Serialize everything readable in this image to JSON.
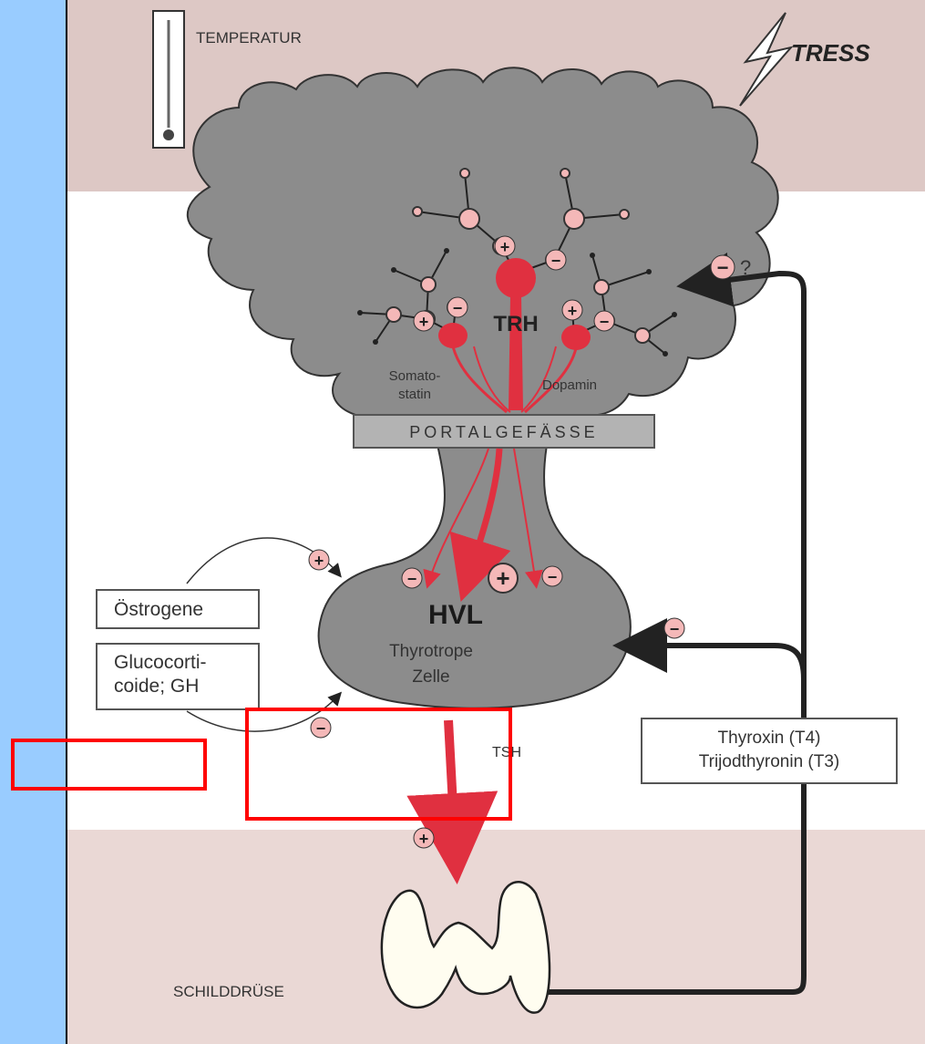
{
  "labels": {
    "temperatur": "TEMPERATUR",
    "stress": "TRESS",
    "trh": "TRH",
    "somatostatin_1": "Somato-",
    "somatostatin_2": "statin",
    "dopamin": "Dopamin",
    "portalgefaesse": "PORTALGEFÄSSE",
    "hvl": "HVL",
    "thyrotrope": "Thyrotrope",
    "zelle": "Zelle",
    "tsh": "TSH",
    "schilddruese": "SCHILDDRÜSE",
    "question": "?"
  },
  "boxes": {
    "oestrogene": "Östrogene",
    "gluco_1": "Glucocorti-",
    "gluco_2": "coide; GH",
    "thyroxin": "Thyroxin (T4)",
    "trijod": "Trijodthyronin (T3)"
  },
  "signs": {
    "plus": "+",
    "minus": "−"
  },
  "colors": {
    "background": "#99ccff",
    "brain": "#8c8c8c",
    "accent_red": "#e03040",
    "band_pink": "#ddc8c5",
    "highlight_box": "#ff0000"
  }
}
